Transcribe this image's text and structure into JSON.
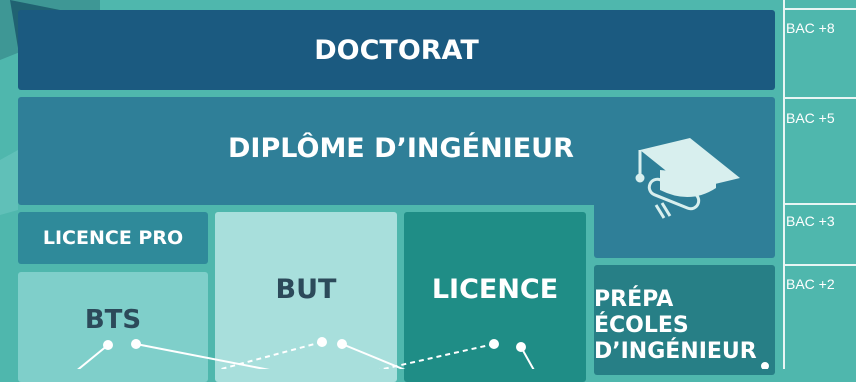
{
  "blocks": {
    "doctorat": "DOCTORAT",
    "ingenieur": "DIPLÔME D’INGÉNIEUR",
    "licence_pro": "LICENCE PRO",
    "bts": "BTS",
    "but": "BUT",
    "licence": "LICENCE",
    "prepa_line1": "PRÉPA",
    "prepa_line2": "ÉCOLES",
    "prepa_line3": "D’INGÉNIEUR"
  },
  "levels": {
    "bac8": "BAC +8",
    "bac5": "BAC +5",
    "bac3": "BAC +3",
    "bac2": "BAC +2"
  },
  "icons": {
    "graduation": "graduation-cap-diploma-icon"
  },
  "colors": {
    "background": "#4fb7ad",
    "doctorat": "#1b5a80",
    "ingenieur": "#2f7f98",
    "licence": "#1f8d86",
    "but": "#a8dfdc",
    "bts": "#7fcfca"
  }
}
